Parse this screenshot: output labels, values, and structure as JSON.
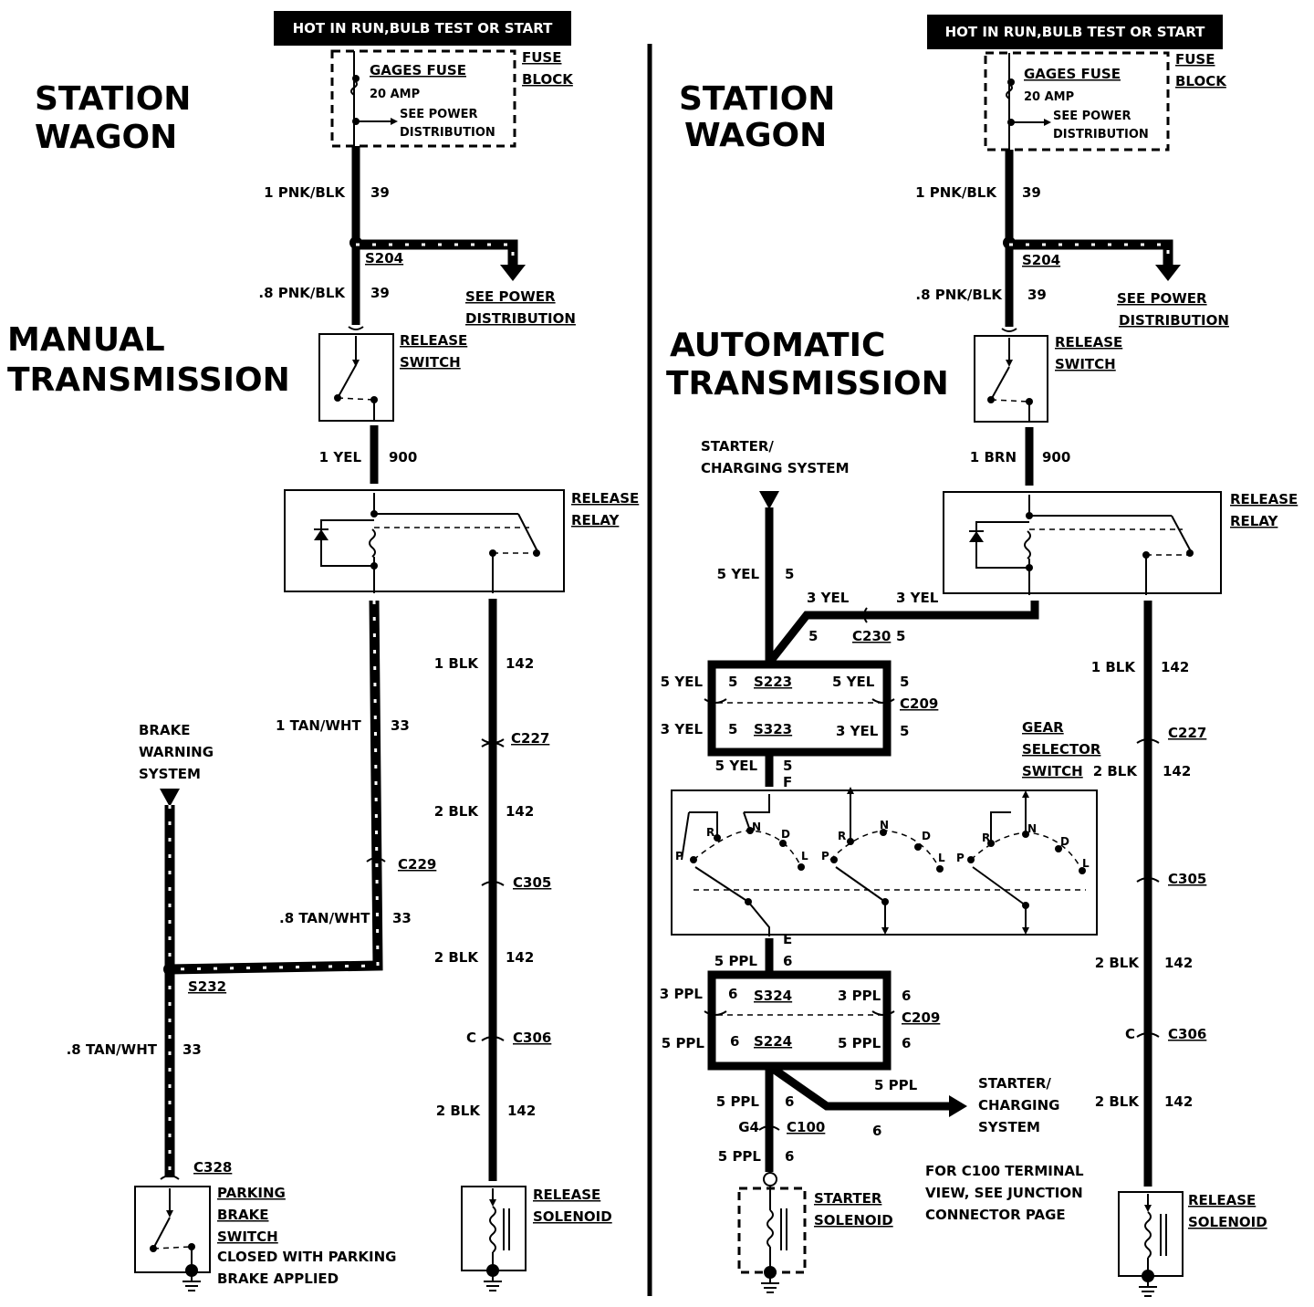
{
  "power_header": "HOT IN RUN,BULB TEST OR START",
  "fuse": {
    "name": "GAGES FUSE",
    "rating": "20 AMP",
    "note_line1": "SEE POWER",
    "note_line2": "DISTRIBUTION",
    "block_line1": "FUSE",
    "block_line2": "BLOCK"
  },
  "title_wagon_line1": "STATION",
  "title_wagon_line2": "WAGON",
  "left": {
    "title_line1": "MANUAL",
    "title_line2": "TRANSMISSION",
    "wire_fuse": {
      "label": "1 PNK/BLK",
      "circuit": "39"
    },
    "splice": "S204",
    "wire_switch": {
      "label": ".8 PNK/BLK",
      "circuit": "39"
    },
    "see_power_line1": "SEE POWER",
    "see_power_line2": "DISTRIBUTION",
    "release_switch_line1": "RELEASE",
    "release_switch_line2": "SWITCH",
    "wire_relay": {
      "label": "1 YEL",
      "circuit": "900"
    },
    "release_relay_line1": "RELEASE",
    "release_relay_line2": "RELAY",
    "wire_tan1": {
      "label": "1 TAN/WHT",
      "circuit": "33"
    },
    "conn_c229": "C229",
    "wire_tan2": {
      "label": ".8 TAN/WHT",
      "circuit": "33"
    },
    "brake_line1": "BRAKE",
    "brake_line2": "WARNING",
    "brake_line3": "SYSTEM",
    "splice_s232": "S232",
    "wire_tan3": {
      "label": ".8 TAN/WHT",
      "circuit": "33"
    },
    "conn_c328": "C328",
    "parking_line1": "PARKING",
    "parking_line2": "BRAKE",
    "parking_line3": "SWITCH",
    "parking_line4": "CLOSED WITH PARKING",
    "parking_line5": "BRAKE APPLIED",
    "blk1": {
      "label": "1 BLK",
      "circuit": "142"
    },
    "conn_c227": "C227",
    "blk2": {
      "label": "2 BLK",
      "circuit": "142"
    },
    "conn_c305": "C305",
    "blk3": {
      "label": "2 BLK",
      "circuit": "142"
    },
    "conn_c306_pin": "C",
    "conn_c306": "C306",
    "blk4": {
      "label": "2 BLK",
      "circuit": "142"
    },
    "solenoid_line1": "RELEASE",
    "solenoid_line2": "SOLENOID"
  },
  "right": {
    "title_line1": "AUTOMATIC",
    "title_line2": "TRANSMISSION",
    "wire_fuse": {
      "label": "1 PNK/BLK",
      "circuit": "39"
    },
    "splice": "S204",
    "wire_switch": {
      "label": ".8 PNK/BLK",
      "circuit": "39"
    },
    "see_power_line1": "SEE POWER",
    "see_power_line2": "DISTRIBUTION",
    "release_switch_line1": "RELEASE",
    "release_switch_line2": "SWITCH",
    "wire_relay": {
      "label": "1 BRN",
      "circuit": "900"
    },
    "release_relay_line1": "RELEASE",
    "release_relay_line2": "RELAY",
    "starter_line1": "STARTER/",
    "starter_line2": "CHARGING SYSTEM",
    "w5yel": {
      "label": "5 YEL",
      "circuit": "5"
    },
    "w3yel_left": "3 YEL",
    "w3yel_right": "3 YEL",
    "c230_pin_left": "5",
    "conn_c230": "C230",
    "c230_pin_right": "5",
    "s223_row": {
      "left_label": "5 YEL",
      "left_pin": "5",
      "splice": "S223",
      "right_label": "5 YEL",
      "right_pin": "5"
    },
    "conn_c209_top": "C209",
    "s323_row": {
      "left_label": "3 YEL",
      "left_pin": "5",
      "splice": "S323",
      "right_label": "3 YEL",
      "right_pin": "5"
    },
    "w5yel_sel": {
      "label": "5 YEL",
      "circuit": "5",
      "pin": "F"
    },
    "gear_line1": "GEAR",
    "gear_line2": "SELECTOR",
    "gear_line3": "SWITCH",
    "positions": [
      "P",
      "R",
      "N",
      "D",
      "L"
    ],
    "pin_e": "E",
    "w5ppl": {
      "label": "5 PPL",
      "circuit": "6"
    },
    "s324_row": {
      "left_label": "3 PPL",
      "left_pin": "6",
      "splice": "S324",
      "right_label": "3 PPL",
      "right_pin": "6"
    },
    "conn_c209_bottom": "C209",
    "s224_row": {
      "left_label": "5 PPL",
      "left_pin": "6",
      "splice": "S224",
      "right_label": "5 PPL",
      "right_pin": "6"
    },
    "w5ppl_branch": "5 PPL",
    "starter2_line1": "STARTER/",
    "starter2_line2": "CHARGING",
    "starter2_line3": "SYSTEM",
    "w5ppl_down": {
      "label": "5 PPL",
      "circuit": "6"
    },
    "g4": "G4",
    "conn_c100": "C100",
    "c100_pin": "6",
    "w5ppl_sol": {
      "label": "5 PPL",
      "circuit": "6"
    },
    "starter_sol_line1": "STARTER",
    "starter_sol_line2": "SOLENOID",
    "c100_note_line1": "FOR C100 TERMINAL",
    "c100_note_line2": "VIEW, SEE JUNCTION",
    "c100_note_line3": "CONNECTOR PAGE",
    "blk1": {
      "label": "1 BLK",
      "circuit": "142"
    },
    "conn_c227": "C227",
    "blk2": {
      "label": "2 BLK",
      "circuit": "142"
    },
    "conn_c305": "C305",
    "blk3": {
      "label": "2 BLK",
      "circuit": "142"
    },
    "conn_c306_pin": "C",
    "conn_c306": "C306",
    "blk4": {
      "label": "2 BLK",
      "circuit": "142"
    },
    "solenoid_line1": "RELEASE",
    "solenoid_line2": "SOLENOID"
  }
}
